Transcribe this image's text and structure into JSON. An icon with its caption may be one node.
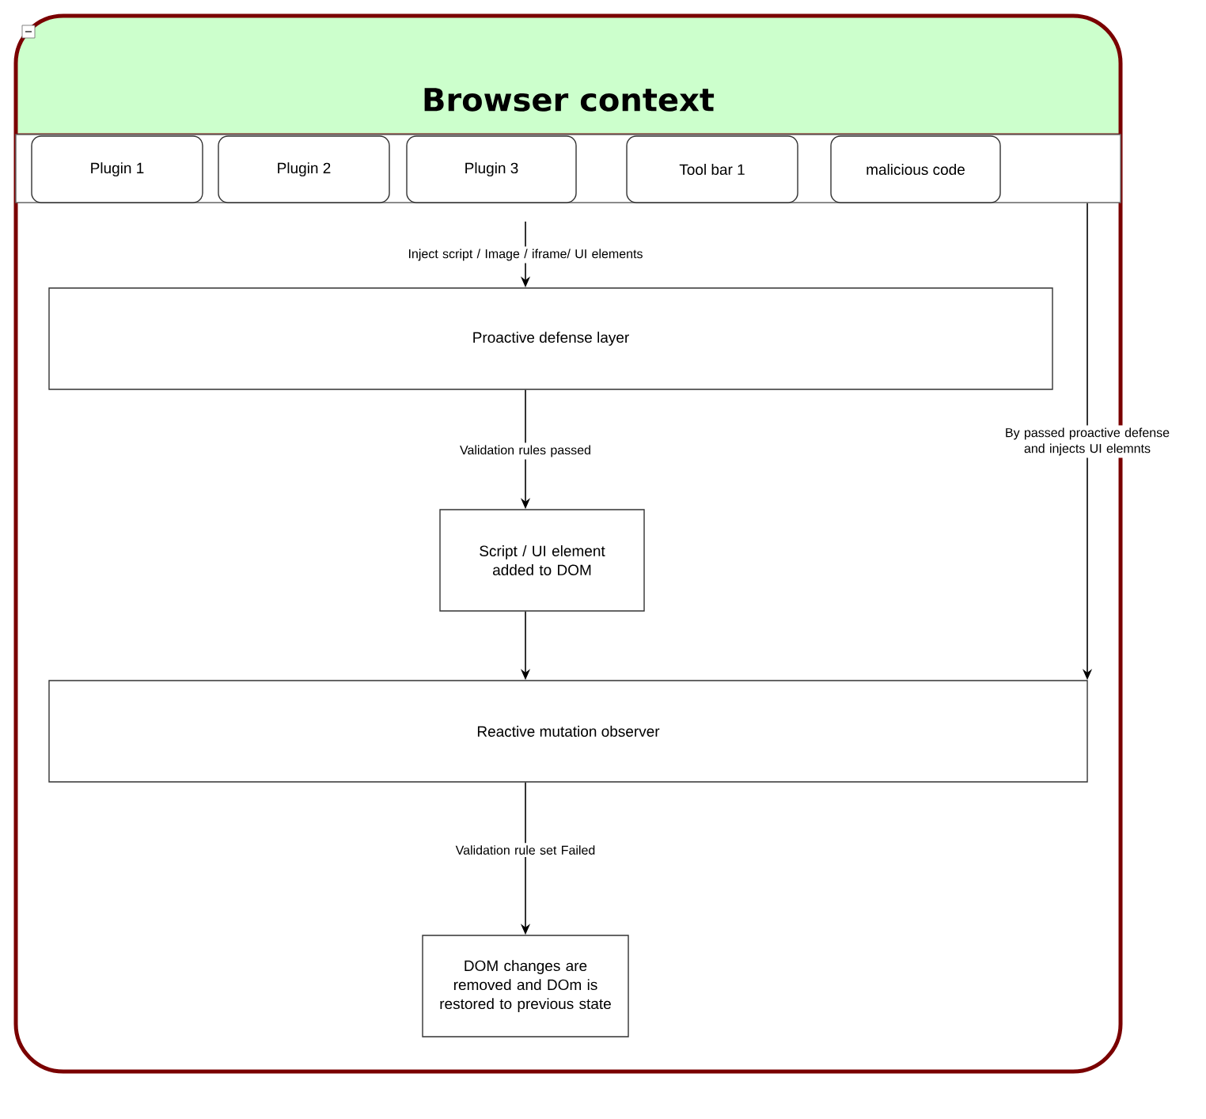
{
  "diagram": {
    "nodes": [
      {
        "text": [
          "Browser context"
        ]
      },
      {
        "text": [],
        "shape": "box",
        "in": 0
      },
      {
        "text": [
          "Plugin 1"
        ],
        "in": 1
      },
      {
        "text": [
          "Plugin 2"
        ],
        "in": 1
      },
      {
        "text": [
          "Plugin 3"
        ],
        "in": 1
      },
      {
        "text": [
          "Tool bar 1"
        ],
        "in": 1
      },
      {
        "text": [
          "malicious code"
        ],
        "in": 1
      },
      {
        "text": [
          "Proactive defense layer"
        ],
        "in": 0
      },
      {
        "text": [
          "Script / UI element added to DOM"
        ],
        "in": 0
      },
      {
        "text": [
          "Reactive mutation observer"
        ],
        "in": 0
      },
      {
        "text": [
          "DOM changes are removed and DOm is restored to previous state"
        ],
        "in": 0
      }
    ],
    "edges": [
      {
        "from": null,
        "to": 7,
        "arrow": "to",
        "label": "Inject script / Image / iframe/ UI elements"
      },
      {
        "from": 7,
        "to": 8,
        "arrow": "to",
        "label": "Validation rules passed"
      },
      {
        "from": 8,
        "to": 9,
        "arrow": "to"
      },
      {
        "from": 1,
        "to": 9,
        "arrow": "to",
        "label": "By passed proactive defense and injects UI elemnts"
      },
      {
        "from": 9,
        "to": 10,
        "arrow": "to",
        "label": "Validation rule set Failed"
      }
    ]
  }
}
